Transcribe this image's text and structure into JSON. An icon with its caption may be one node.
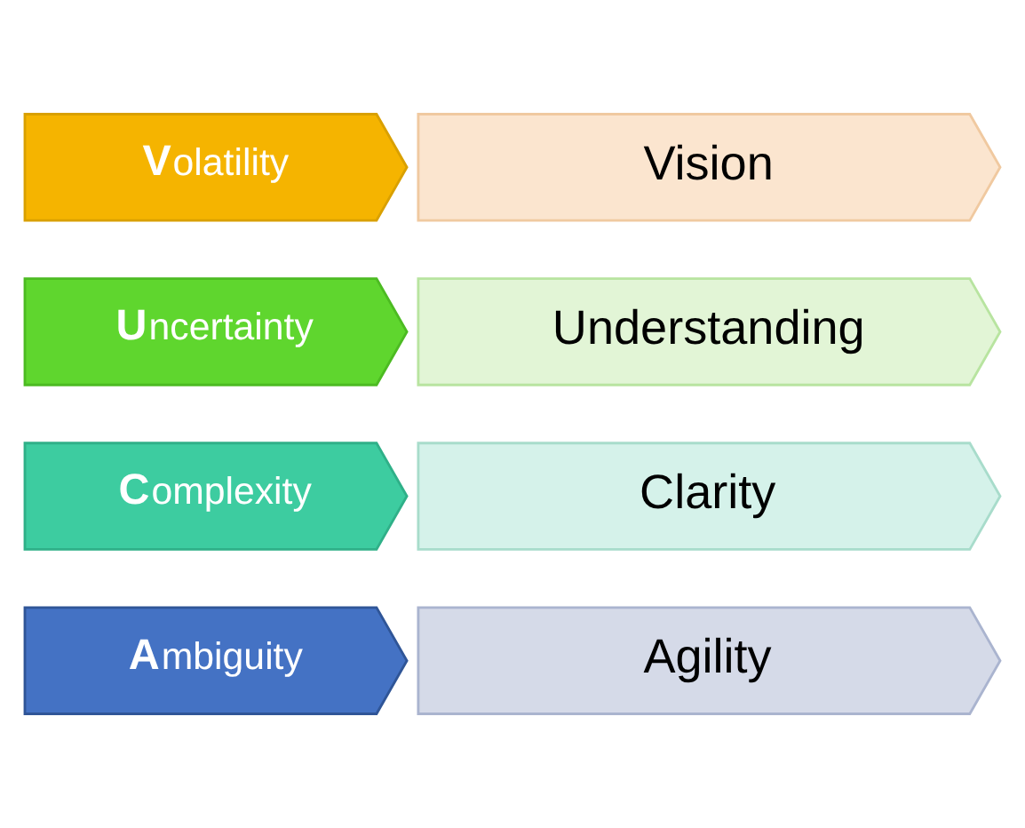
{
  "diagram": {
    "nodes": [
      {
        "text": [
          "**V**olatility"
        ]
      },
      {
        "text": [
          "Vision"
        ]
      },
      {
        "text": [
          "**U**ncertainty"
        ]
      },
      {
        "text": [
          "Understanding"
        ]
      },
      {
        "text": [
          "**C**omplexity"
        ]
      },
      {
        "text": [
          "Clarity"
        ]
      },
      {
        "text": [
          "**A**mbiguity"
        ]
      },
      {
        "text": [
          "Agility"
        ]
      }
    ],
    "edges": []
  }
}
